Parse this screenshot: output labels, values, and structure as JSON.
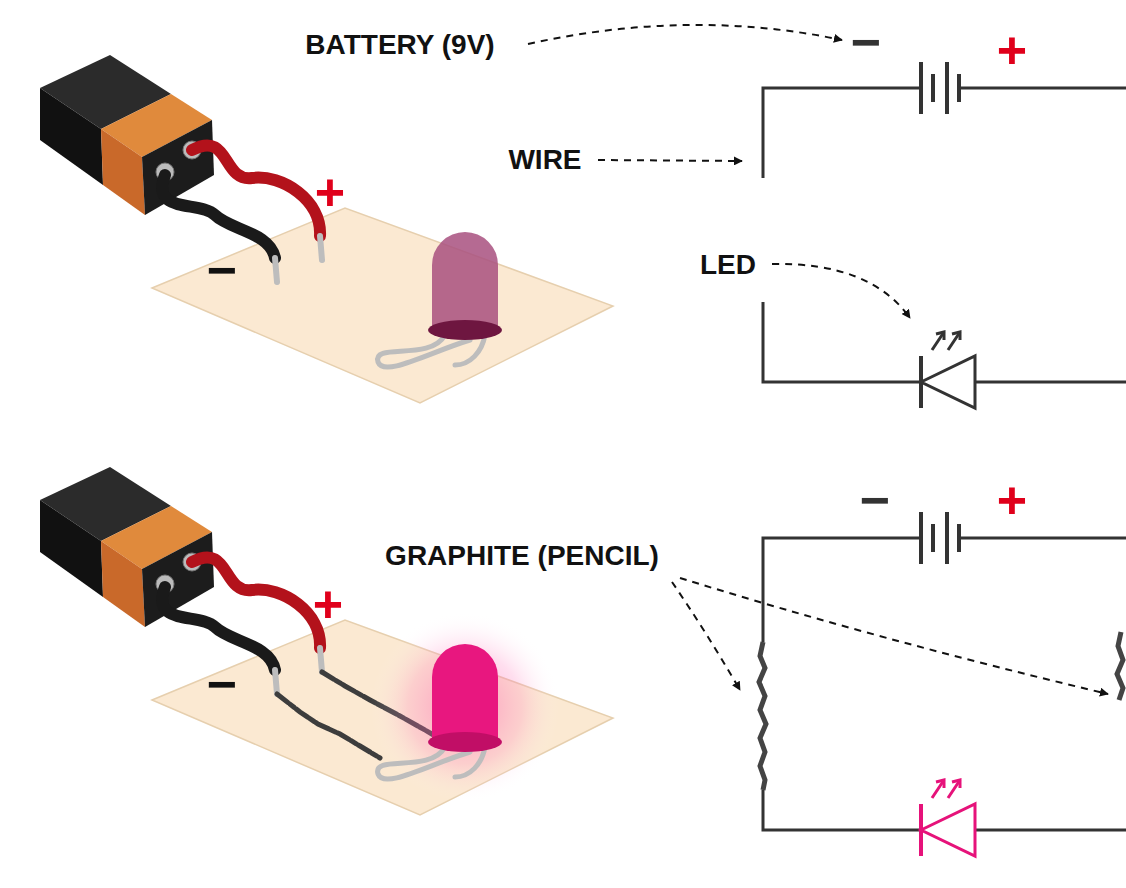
{
  "diagram": {
    "labels": [
      "BATTERY (9V)",
      "−",
      "+",
      "+",
      "−",
      "WIRE",
      "LED",
      "+",
      "−",
      "GRAPHITE (PENCIL)",
      "−",
      "+"
    ]
  }
}
